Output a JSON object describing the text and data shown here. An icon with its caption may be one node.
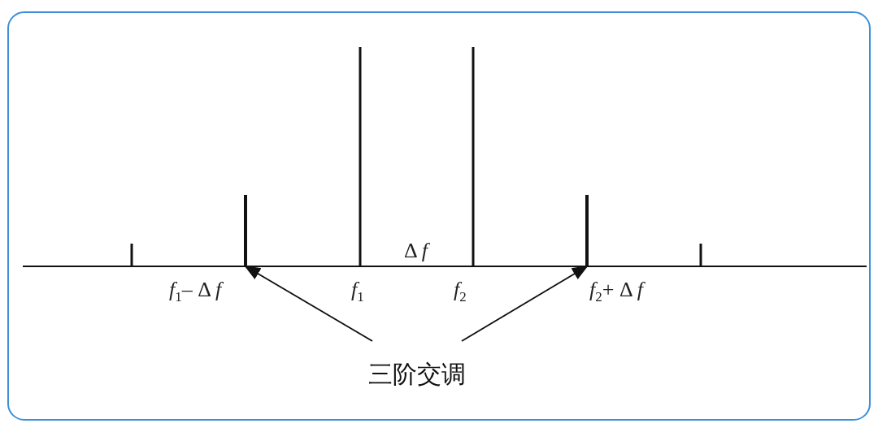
{
  "diagram": {
    "nodes": [
      {
        "text": [
          "三阶交调"
        ]
      },
      {
        "text": [],
        "shape": "bar"
      },
      {
        "text": [],
        "shape": "bar"
      }
    ],
    "edges": [
      {
        "from": 0,
        "to": 1,
        "arrow": "to"
      },
      {
        "from": 0,
        "to": 2,
        "arrow": "to"
      }
    ],
    "labels": [
      "Δ *f*",
      "*f*$_{1}$– Δ *f*",
      "*f*$_{1}$",
      "*f*$_{2}$",
      "*f*$_{2}$+ Δ *f*"
    ]
  }
}
